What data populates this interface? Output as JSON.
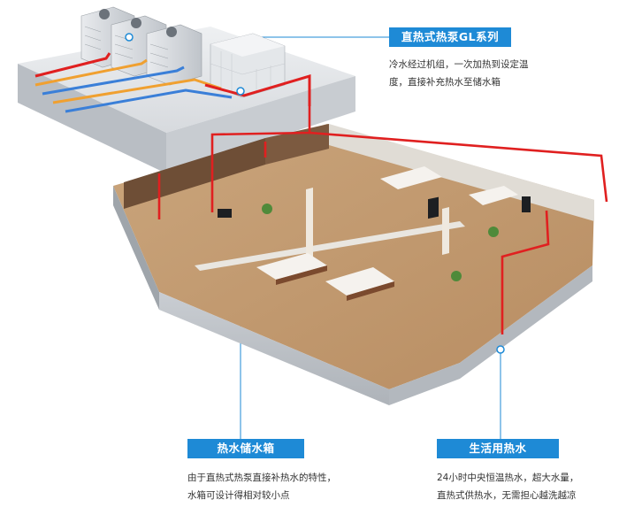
{
  "callouts": {
    "heat_pump": {
      "title": "直热式热泵GL系列",
      "lines": [
        "冷水经过机组，一次加热到设定温",
        "度，直接补充热水至储水箱"
      ]
    },
    "storage_tank": {
      "title": "热水储水箱",
      "lines": [
        "由于直热式热泵直接补热水的特性，",
        "水箱可设计得相对较小点"
      ]
    },
    "domestic_hot_water": {
      "title": "生活用热水",
      "lines": [
        "24小时中央恒温热水，超大水量，",
        "直热式供热水，无需担心越洗越凉"
      ]
    }
  },
  "colors": {
    "accent_blue": "#1e8ad6",
    "hot_pipe_red": "#e02020",
    "cold_pipe_blue": "#3a7fd8",
    "pipe_orange": "#f0a030"
  },
  "icons": [
    "heat-pump-unit-icon",
    "water-tank-icon",
    "bed-icon",
    "tv-icon",
    "plant-icon"
  ]
}
